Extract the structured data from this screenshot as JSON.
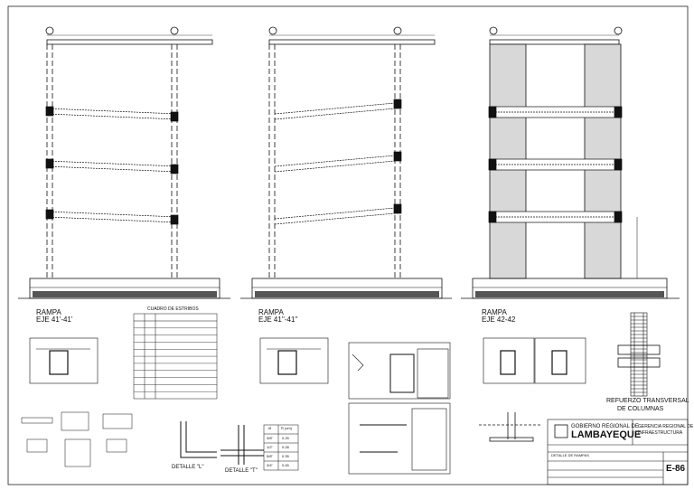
{
  "elevations": [
    {
      "title": "RAMPA",
      "subtitle": "EJE 41'-41'"
    },
    {
      "title": "RAMPA",
      "subtitle": "EJE 41''-41''"
    },
    {
      "title": "RAMPA",
      "subtitle": "EJE 42-42"
    }
  ],
  "stirrup_table": {
    "title": "CUADRO DE ESTRIBOS",
    "rows": 11
  },
  "detail_labels": {
    "L": "DETALLE \"L\"",
    "T": "DETALLE \"T\""
  },
  "small_table": {
    "header": [
      "Ø",
      "R (cm)"
    ],
    "rows": [
      [
        "3/8\"",
        "0.25"
      ],
      [
        "1/2\"",
        "0.28"
      ],
      [
        "5/8\"",
        "0.35"
      ],
      [
        "3/4\"",
        "0.45"
      ]
    ]
  },
  "column_reinforcement": {
    "title_line1": "REFUERZO TRANSVERSAL",
    "title_line2": "DE COLUMNAS"
  },
  "title_block": {
    "org_line1": "GOBIERNO REGIONAL DE",
    "org_line2": "LAMBAYEQUE",
    "dept_line1": "GERENCIA REGIONAL DE",
    "dept_line2": "INFRAESTRUCTURA",
    "sheet_title": "DETALLE DE RAMPAS",
    "sheet_number": "E-86"
  }
}
